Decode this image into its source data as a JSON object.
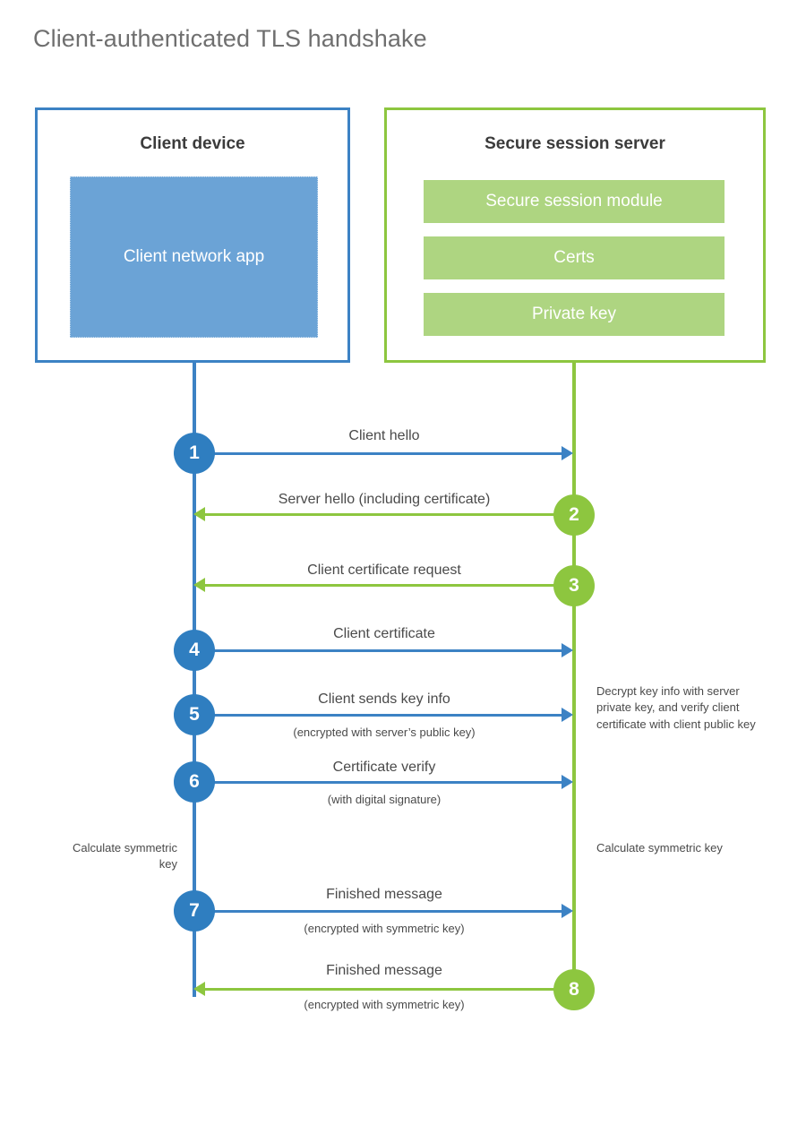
{
  "title": "Client-authenticated TLS handshake",
  "colors": {
    "client_blue": "#3c82c4",
    "client_circle_blue": "#2f7ec0",
    "client_app_fill": "#6ba3d6",
    "server_green": "#8dc63f",
    "server_bar_fill": "#aed581",
    "text_gray": "#4a4a4a",
    "title_gray": "#6f6f6f"
  },
  "client_box": {
    "title": "Client device",
    "app_label": "Client network app"
  },
  "server_box": {
    "title": "Secure session server",
    "bars": [
      {
        "label": "Secure session module"
      },
      {
        "label": "Certs"
      },
      {
        "label": "Private key"
      }
    ]
  },
  "steps": [
    {
      "number": "1",
      "label": "Client hello",
      "sublabel": "",
      "direction": "client-to-server",
      "color": "blue"
    },
    {
      "number": "2",
      "label": "Server hello (including certificate)",
      "sublabel": "",
      "direction": "server-to-client",
      "color": "green"
    },
    {
      "number": "3",
      "label": "Client certificate request",
      "sublabel": "",
      "direction": "server-to-client",
      "color": "green"
    },
    {
      "number": "4",
      "label": "Client certificate",
      "sublabel": "",
      "direction": "client-to-server",
      "color": "blue"
    },
    {
      "number": "5",
      "label": "Client sends key info",
      "sublabel": "(encrypted with server’s public key)",
      "direction": "client-to-server",
      "color": "blue"
    },
    {
      "number": "6",
      "label": "Certificate verify",
      "sublabel": "(with digital signature)",
      "direction": "client-to-server",
      "color": "blue"
    },
    {
      "number": "7",
      "label": "Finished message",
      "sublabel": "(encrypted with symmetric key)",
      "direction": "client-to-server",
      "color": "blue"
    },
    {
      "number": "8",
      "label": "Finished message",
      "sublabel": "(encrypted with symmetric key)",
      "direction": "server-to-client",
      "color": "green"
    }
  ],
  "annotations": {
    "server_decrypt": "Decrypt key info with server private key, and verify client certificate with client public key",
    "client_calculate": "Calculate symmetric key",
    "server_calculate": "Calculate symmetric key"
  }
}
